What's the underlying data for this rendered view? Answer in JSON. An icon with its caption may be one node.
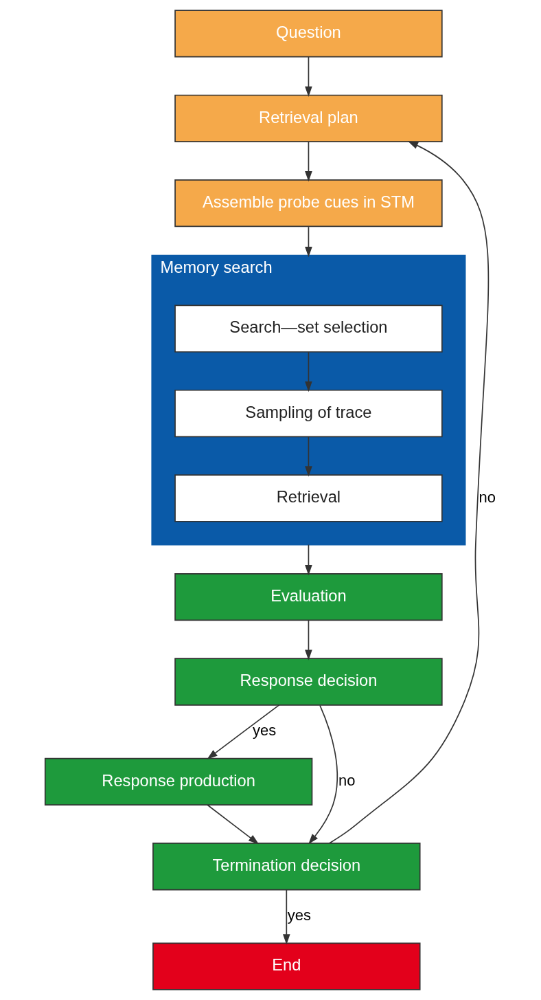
{
  "diagram": {
    "nodes": [
      {
        "text": [
          "Question"
        ]
      },
      {
        "text": [
          "Retrieval plan"
        ]
      },
      {
        "text": [
          "Assemble probe cues in STM"
        ]
      },
      {
        "text": [
          "Memory search"
        ]
      },
      {
        "text": [
          "Search—set selection"
        ],
        "in": 3
      },
      {
        "text": [
          "Sampling of trace"
        ],
        "in": 3
      },
      {
        "text": [
          "Retrieval"
        ],
        "in": 3
      },
      {
        "text": [
          "Evaluation"
        ]
      },
      {
        "text": [
          "Response decision"
        ]
      },
      {
        "text": [
          "Response production"
        ]
      },
      {
        "text": [
          "Termination decision"
        ]
      },
      {
        "text": [
          "End"
        ]
      }
    ],
    "edges": [
      {
        "from": 0,
        "to": 1,
        "arrow": "to"
      },
      {
        "from": 1,
        "to": 2,
        "arrow": "to"
      },
      {
        "from": 2,
        "to": 3,
        "arrow": "to"
      },
      {
        "from": 4,
        "to": 5,
        "arrow": "to"
      },
      {
        "from": 5,
        "to": 6,
        "arrow": "to"
      },
      {
        "from": 3,
        "to": 7,
        "arrow": "to"
      },
      {
        "from": 7,
        "to": 8,
        "arrow": "to"
      },
      {
        "from": 8,
        "to": 10,
        "arrow": "to",
        "label": "no"
      },
      {
        "from": 8,
        "to": 9,
        "arrow": "to",
        "label": "yes"
      },
      {
        "from": 9,
        "to": 10,
        "arrow": "to"
      },
      {
        "from": 10,
        "to": 1,
        "arrow": "to",
        "label": "no"
      },
      {
        "from": 10,
        "to": 11,
        "arrow": "to",
        "label": "yes"
      }
    ]
  }
}
